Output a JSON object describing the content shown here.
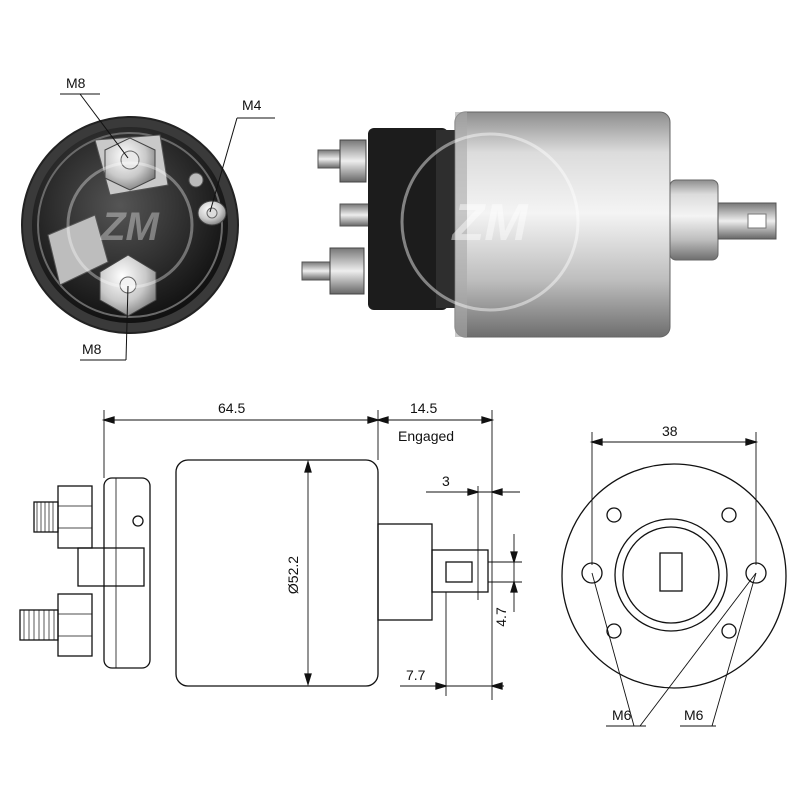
{
  "photo_end_view": {
    "callouts": [
      "M8",
      "M4",
      "M8"
    ],
    "watermark": "ZM"
  },
  "photo_side_view": {
    "watermark": "ZM"
  },
  "drawing_side": {
    "dimensions": {
      "body_length": "64.5",
      "engaged_travel": "14.5",
      "engaged_label": "Engaged",
      "plunger_tip": "3",
      "diameter": "Ø52.2",
      "slot_width": "4.7",
      "stem_length": "7.7"
    }
  },
  "drawing_end": {
    "dimensions": {
      "hole_spacing": "38"
    },
    "callouts": [
      "M6",
      "M6"
    ]
  },
  "colors": {
    "line": "#111111",
    "metal_light": "#e6e6e6",
    "metal_dark": "#7a7a7a",
    "bakelite": "#1a1a1a"
  }
}
